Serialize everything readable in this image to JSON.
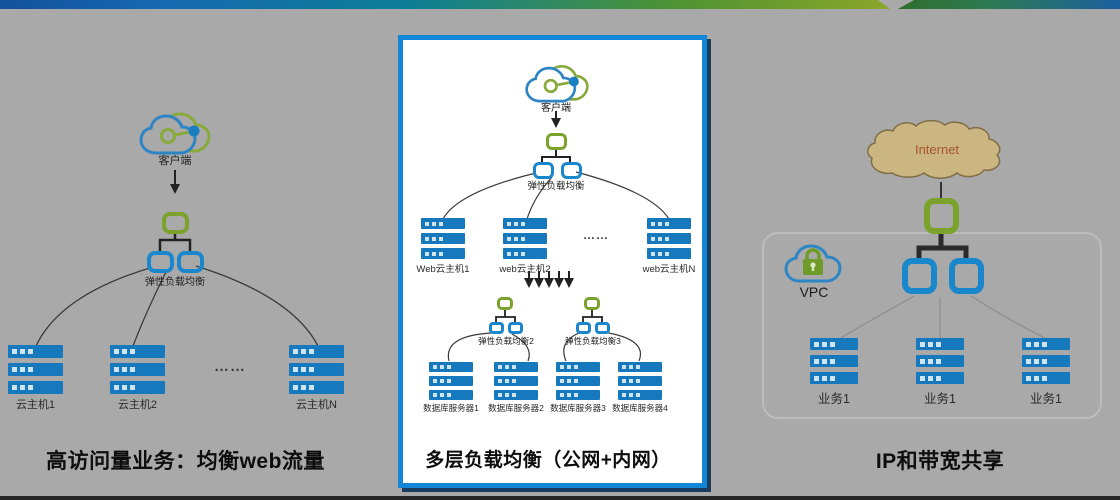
{
  "panels": {
    "left": {
      "client_label": "客户端",
      "lb_label": "弹性负载均衡",
      "stacks": [
        "云主机1",
        "云主机2",
        "云主机N"
      ],
      "dots": "……",
      "title": "高访问量业务：均衡web流量"
    },
    "middle": {
      "client_label": "客户端",
      "lb_label": "弹性负载均衡",
      "web_stacks": [
        "Web云主机1",
        "web云主机2",
        "web云主机N"
      ],
      "dots": "……",
      "lb2_label": "弹性负载均衡2",
      "lb3_label": "弹性负载均衡3",
      "db_stacks": [
        "数据库服务器1",
        "数据库服务器2",
        "数据库服务器3",
        "数据库服务器4"
      ],
      "title": "多层负载均衡（公网+内网）"
    },
    "right": {
      "internet_label": "Internet",
      "vpc_label": "VPC",
      "stacks": [
        "业务1",
        "业务1",
        "业务1"
      ],
      "title": "IP和带宽共享"
    }
  },
  "icons": {
    "client": "dual-cloud-icon",
    "internet": "internet-cloud-icon",
    "vpc": "vpc-lock-cloud-icon",
    "load_balancer": "rounded-square-node-icon",
    "server": "server-stack-icon"
  },
  "colors": {
    "background": "#a9a9a9",
    "server_blue": "#1779bd",
    "lb_green": "#7ba32c",
    "lb_blue": "#1a87cd",
    "card_border": "#1486d8",
    "internet_cloud": "#cbb581",
    "internet_text": "#a8552e",
    "ribbon_blue": "#1668b0",
    "ribbon_green": "#8ba62b"
  }
}
